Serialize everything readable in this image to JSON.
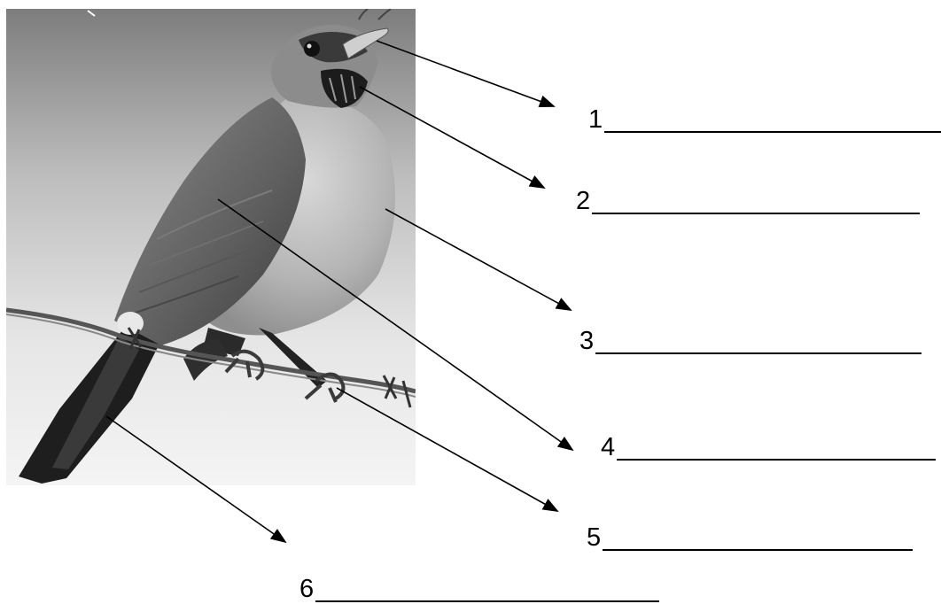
{
  "labels": [
    {
      "number": "1"
    },
    {
      "number": "2"
    },
    {
      "number": "3"
    },
    {
      "number": "4"
    },
    {
      "number": "5"
    },
    {
      "number": "6"
    }
  ]
}
